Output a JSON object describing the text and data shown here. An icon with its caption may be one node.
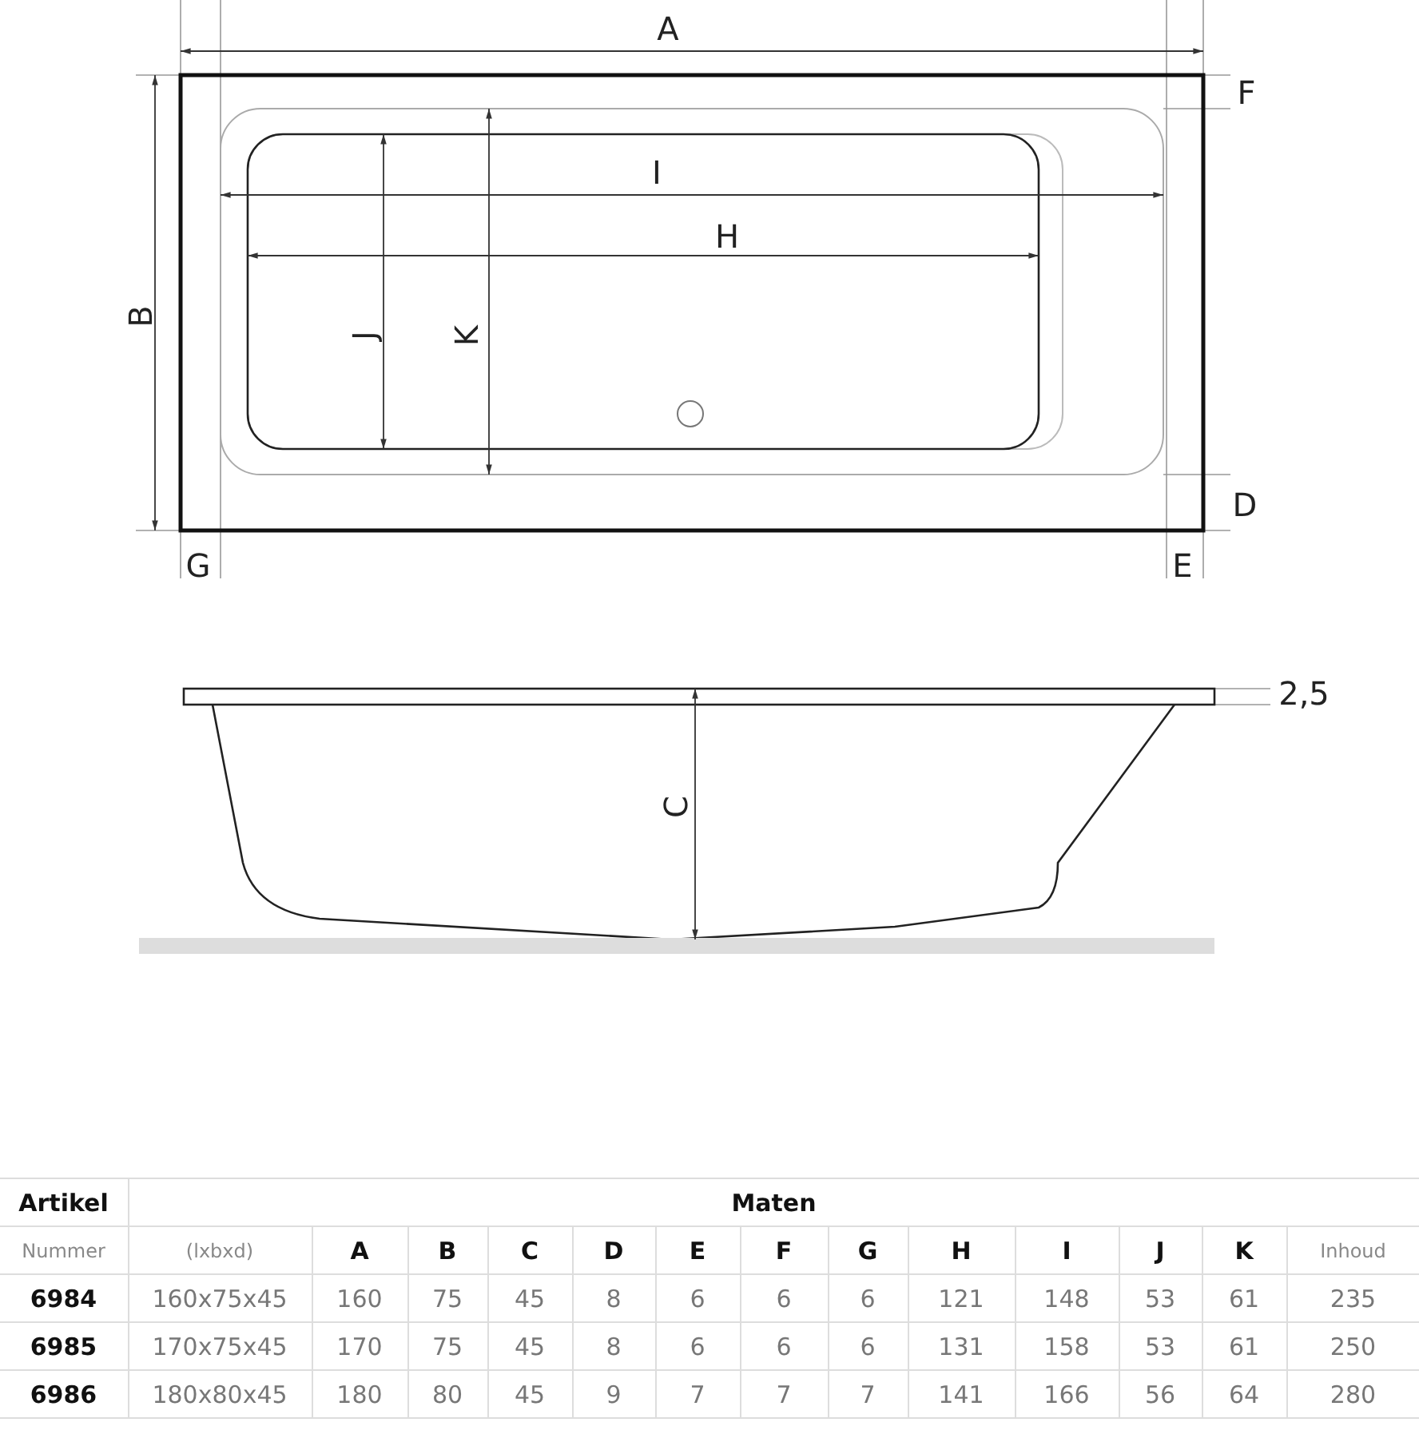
{
  "diagram": {
    "labels": [
      "A",
      "F",
      "I",
      "H",
      "B",
      "J",
      "K",
      "D",
      "G",
      "E",
      "2,5",
      "C",
      "Artikel",
      "Maten",
      "Nummer",
      "(lxbxd)",
      "A",
      "B",
      "C",
      "D",
      "E",
      "F",
      "G",
      "H",
      "I",
      "J",
      "K",
      "Inhoud",
      "6984",
      "160x75x45",
      "160",
      "75",
      "45",
      "8",
      "6",
      "6",
      "6",
      "121",
      "148",
      "53",
      "61",
      "235",
      "6985",
      "170x75x45",
      "170",
      "75",
      "45",
      "8",
      "6",
      "6",
      "6",
      "131",
      "158",
      "53",
      "61",
      "250",
      "6986",
      "180x80x45",
      "180",
      "80",
      "45",
      "9",
      "7",
      "7",
      "7",
      "141",
      "166",
      "56",
      "64",
      "280"
    ]
  }
}
